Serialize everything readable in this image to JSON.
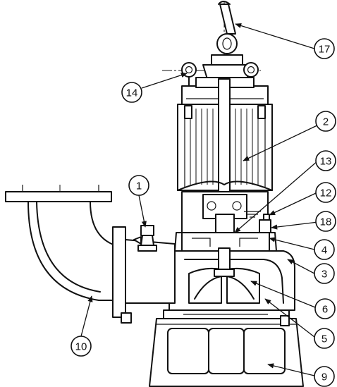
{
  "callouts": [
    {
      "id": "c1",
      "label": "1"
    },
    {
      "id": "c2",
      "label": "2"
    },
    {
      "id": "c3",
      "label": "3"
    },
    {
      "id": "c4",
      "label": "4"
    },
    {
      "id": "c5",
      "label": "5"
    },
    {
      "id": "c6",
      "label": "6"
    },
    {
      "id": "c9",
      "label": "9"
    },
    {
      "id": "c10",
      "label": "10"
    },
    {
      "id": "c12",
      "label": "12"
    },
    {
      "id": "c13",
      "label": "13"
    },
    {
      "id": "c14",
      "label": "14"
    },
    {
      "id": "c17",
      "label": "17"
    },
    {
      "id": "c18",
      "label": "18"
    }
  ]
}
